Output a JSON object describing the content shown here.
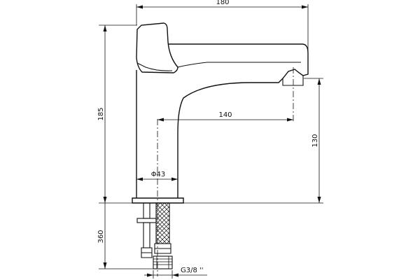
{
  "dimensions": {
    "top_width": "180",
    "height": "185",
    "spout_reach": "140",
    "spout_height": "130",
    "base_diameter": "Φ43",
    "hose_length": "360",
    "thread": "G3/8 ''"
  },
  "colors": {
    "line": "#111111",
    "background": "#ffffff"
  }
}
